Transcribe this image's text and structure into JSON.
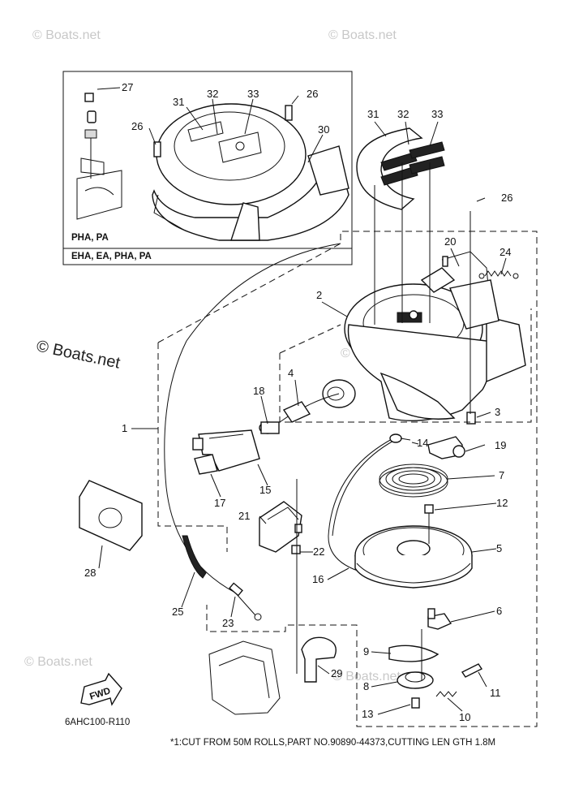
{
  "watermarks": [
    "© Boats.net",
    "© Boats.net",
    "© Boats.net",
    "© Boats.net",
    "© Boats.net",
    "© Boats.net"
  ],
  "brand_watermark": "© Boats.net",
  "inset": {
    "variant_label_1": "PHA, PA",
    "variant_label_2": "EHA, EA, PHA, PA"
  },
  "callouts": {
    "c1": "1",
    "c2": "2",
    "c3": "3",
    "c4": "4",
    "c5": "5",
    "c6": "6",
    "c7": "7",
    "c8": "8",
    "c9": "9",
    "c10": "10",
    "c11": "11",
    "c12": "12",
    "c13": "13",
    "c14": "14",
    "c15": "15",
    "c16": "16",
    "c17": "17",
    "c18": "18",
    "c19": "19",
    "c20": "20",
    "c21": "21",
    "c22": "22",
    "c23": "23",
    "c24": "24",
    "c25": "25",
    "c26a": "26",
    "c26b": "26",
    "c26c": "26",
    "c27": "27",
    "c28": "28",
    "c29": "29",
    "c30": "30",
    "c31a": "31",
    "c32a": "32",
    "c33a": "33",
    "c31b": "31",
    "c32b": "32",
    "c33b": "33"
  },
  "fwd_label": "FWD",
  "drawing_code": "6AHC100-R110",
  "footnote": "*1:CUT FROM 50M ROLLS,PART NO.90890-44373,CUTTING LEN GTH 1.8M"
}
